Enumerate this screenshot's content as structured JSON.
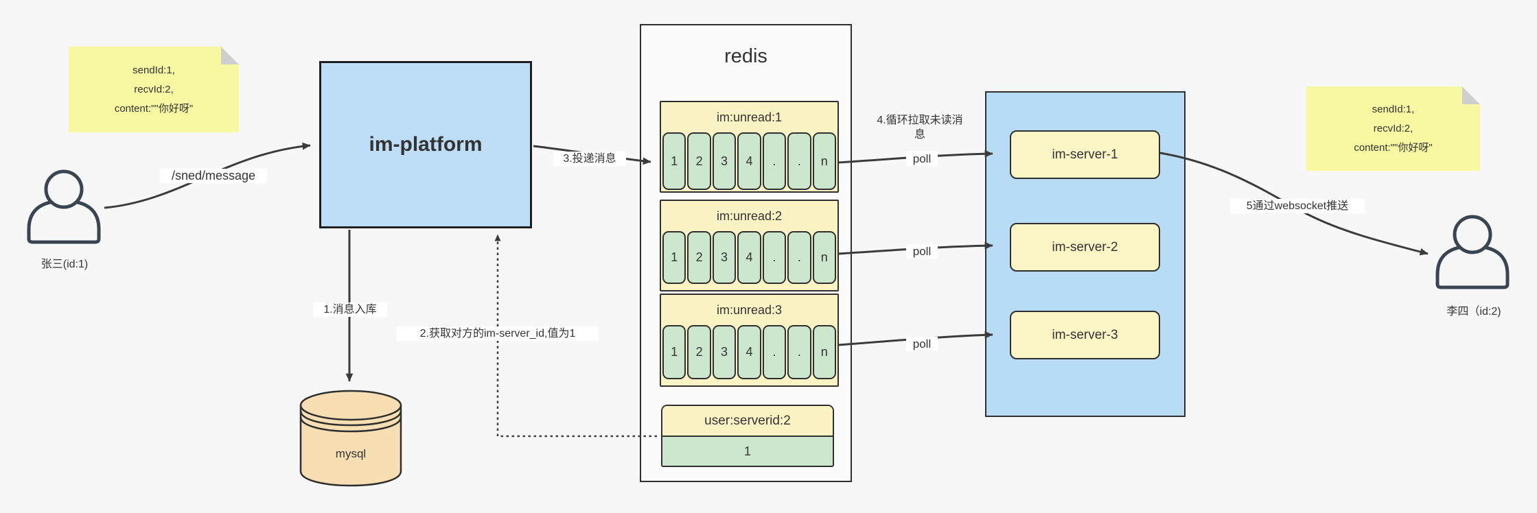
{
  "colors": {
    "background": "#f7f7f7",
    "node_blue": "#bddef6",
    "node_yellow": "#fbf3c4",
    "node_green": "#cde7ce",
    "sticky_yellow": "#f8f7a2",
    "mysql_tan": "#f8dfb3",
    "line": "#3b3b3b",
    "person": "#3a4551"
  },
  "sticky_note_left": {
    "lines": [
      "sendId:1,",
      "recvId:2,",
      "content:\"\"你好呀\""
    ]
  },
  "sticky_note_right": {
    "lines": [
      "sendId:1,",
      "recvId:2,",
      "content:\"\"你好呀\""
    ]
  },
  "sender": {
    "label": "张三(id:1)"
  },
  "receiver": {
    "label": "李四（id:2)"
  },
  "platform": {
    "label": "im-platform"
  },
  "database": {
    "label": "mysql"
  },
  "redis": {
    "title": "redis",
    "lists": [
      {
        "header": "im:unread:1",
        "cells": [
          "1",
          "2",
          "3",
          "4",
          ".",
          ".",
          "n"
        ]
      },
      {
        "header": "im:unread:2",
        "cells": [
          "1",
          "2",
          "3",
          "4",
          ".",
          ".",
          "n"
        ]
      },
      {
        "header": "im:unread:3",
        "cells": [
          "1",
          "2",
          "3",
          "4",
          ".",
          ".",
          "n"
        ]
      }
    ],
    "mapping": {
      "header": "user:serverid:2",
      "value": "1"
    }
  },
  "server_cluster": {
    "items": [
      {
        "label": "im-server-1"
      },
      {
        "label": "im-server-2"
      },
      {
        "label": "im-server-3"
      }
    ]
  },
  "labels": {
    "send_api": "/sned/message",
    "step1": "1.消息入库",
    "step2": "2.获取对方的im-server_id,值为1",
    "step3": "3.投递消息",
    "step4": "4.循环拉取未读消息",
    "poll": "poll",
    "step5": "5通过websocket推送"
  }
}
